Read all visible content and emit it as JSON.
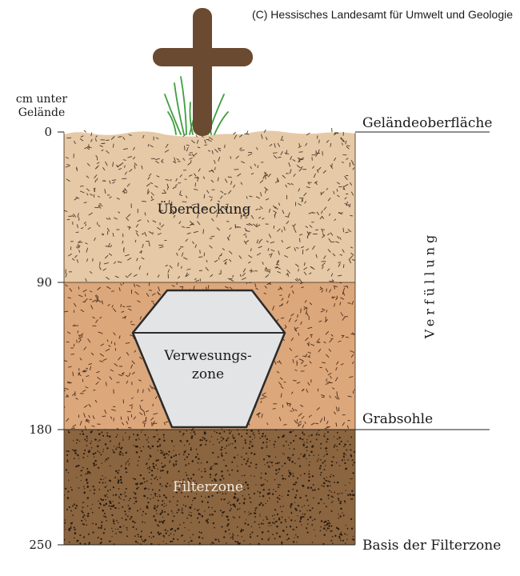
{
  "copyright": "(C) Hessisches Landesamt für Umwelt und Geologie",
  "axis": {
    "title": "cm unter Gelände",
    "ticks": [
      "0",
      "90",
      "180",
      "250"
    ]
  },
  "levels": {
    "surface": "Geländeoberfläche",
    "grave_floor": "Grabsohle",
    "filter_base": "Basis der Filterzone"
  },
  "zones": {
    "cover": "Überdeckung",
    "decomposition_line1": "Verwesungs-",
    "decomposition_line2": "zone",
    "filter": "Filterzone",
    "backfill": "Verfüllung"
  },
  "depth_cm": {
    "surface": 0,
    "cover_bottom": 90,
    "grave_floor": 180,
    "filter_base": 250
  },
  "colors": {
    "cover": "#e6c9a6",
    "decomposition": "#dca77b",
    "filter": "#8b6540",
    "coffin": "#e3e4e6",
    "cross": "#6b4a32",
    "grass": "#3f9e3f",
    "filter_label": "#f3ebdd"
  }
}
